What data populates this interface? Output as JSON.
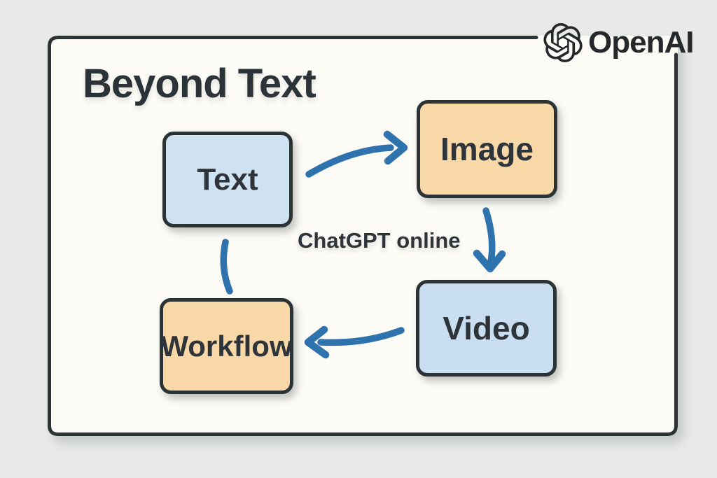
{
  "page": {
    "title": "Beyond Text",
    "caption": "ChatGPT online"
  },
  "brand": {
    "name": "OpenAI",
    "icon": "openai-blossom-logo"
  },
  "diagram": {
    "nodes": [
      {
        "id": "text",
        "label": "Text",
        "fill": "#cfe2f2"
      },
      {
        "id": "image",
        "label": "Image",
        "fill": "#f8d8a7"
      },
      {
        "id": "video",
        "label": "Video",
        "fill": "#c9def0"
      },
      {
        "id": "workflow",
        "label": "Workflow",
        "fill": "#f8d8a7"
      }
    ],
    "edges": [
      {
        "from": "text",
        "to": "image",
        "arrowhead": true
      },
      {
        "from": "image",
        "to": "video",
        "arrowhead": true
      },
      {
        "from": "video",
        "to": "workflow",
        "arrowhead": true
      },
      {
        "from": "workflow",
        "to": "text",
        "arrowhead": false
      }
    ],
    "colors": {
      "background": "#e7eae8",
      "panel": "#fcfbf6",
      "frame_border": "#2b3335",
      "node_border": "#2b3335",
      "arrow": "#2f73ae",
      "title_text": "#2c3338"
    }
  }
}
